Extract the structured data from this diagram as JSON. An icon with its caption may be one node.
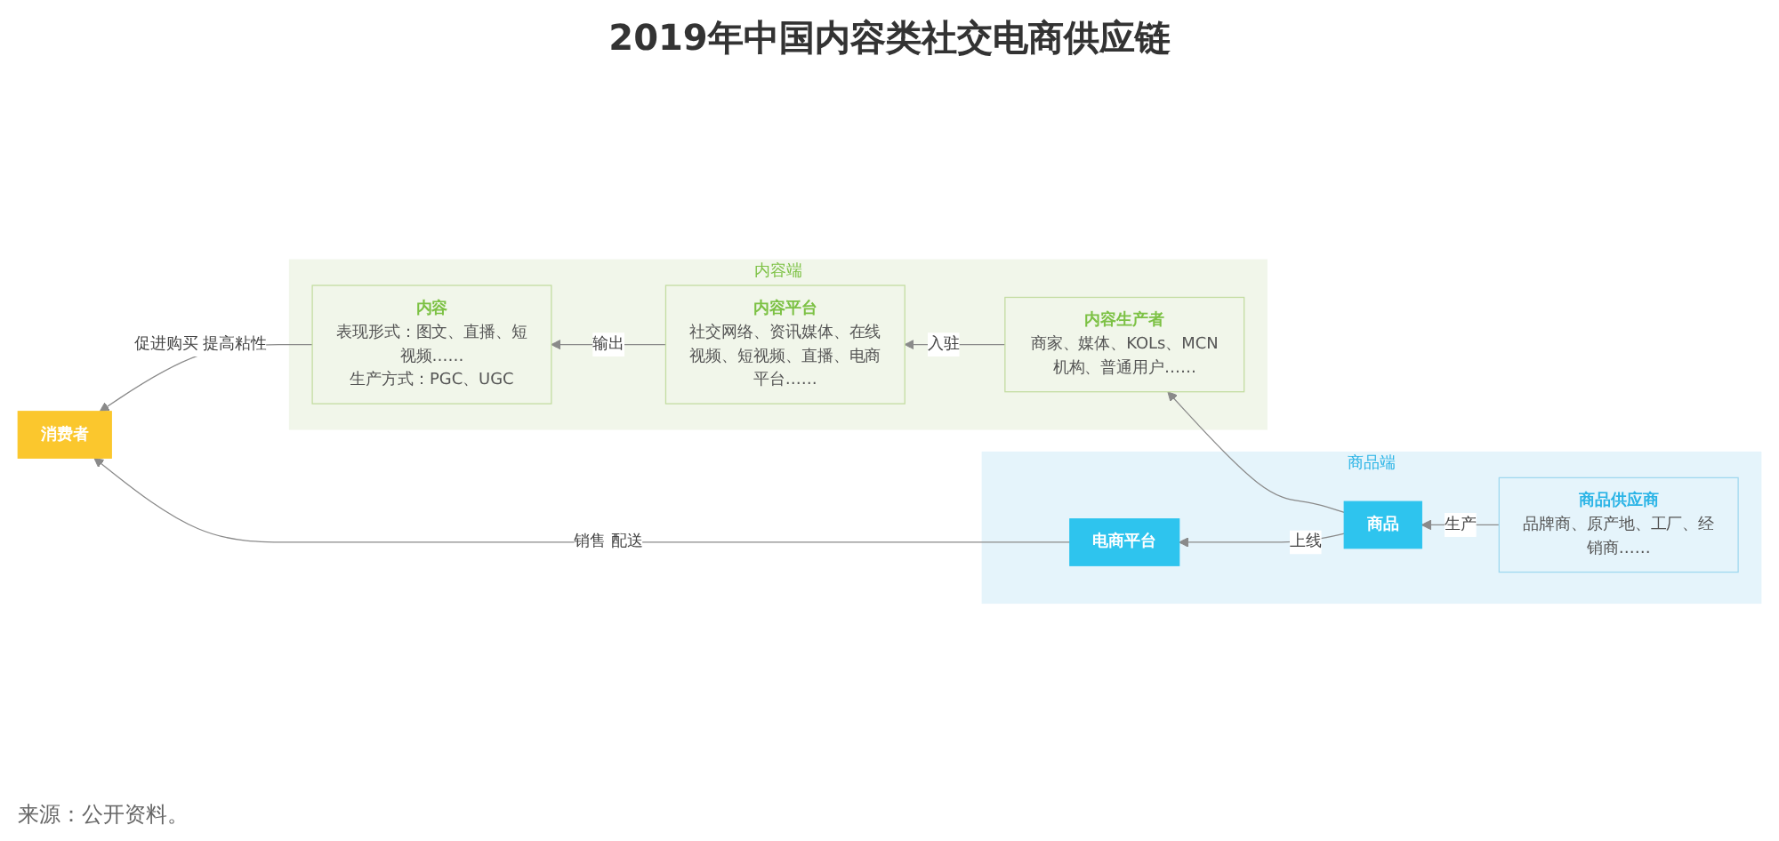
{
  "diagram": {
    "title": "2019年中国内容类社交电商供应链",
    "caption": "来源：公开资料。",
    "nodes": [
      {
        "text": [
          "内容端"
        ]
      },
      {
        "text": [
          "内容平台",
          "社交网络、资讯媒体、在线视频、短视频、直播、电商平台……"
        ],
        "in": 0
      },
      {
        "text": [
          "内容生产者",
          "商家、媒体、KOLs、MCN机构、普通用户……"
        ],
        "in": 0
      },
      {
        "text": [
          "内容",
          "表现形式：图文、直播、短视频……",
          "生产方式：PGC、UGC"
        ],
        "in": 0
      },
      {
        "text": [
          "商品端"
        ]
      },
      {
        "text": [
          "商品供应商",
          "品牌商、原产地、工厂、经销商……"
        ],
        "in": 4
      },
      {
        "text": [
          "商品"
        ],
        "in": 4
      },
      {
        "text": [
          "电商平台"
        ],
        "in": 4
      },
      {
        "text": [
          "消费者"
        ]
      }
    ],
    "edges": [
      {
        "from": 5,
        "to": 6,
        "arrow": "to",
        "label": "生产"
      },
      {
        "from": 6,
        "to": 2,
        "arrow": "to"
      },
      {
        "from": 2,
        "to": 1,
        "arrow": "to",
        "label": "入驻"
      },
      {
        "from": 1,
        "to": 3,
        "arrow": "to",
        "label": "输出"
      },
      {
        "from": 6,
        "to": 7,
        "arrow": "to",
        "label": "上线"
      },
      {
        "from": 3,
        "to": 8,
        "arrow": "to",
        "label": "促进购买 提高粘性"
      },
      {
        "from": 7,
        "to": 8,
        "arrow": "to",
        "label": "销售 配送"
      }
    ]
  }
}
